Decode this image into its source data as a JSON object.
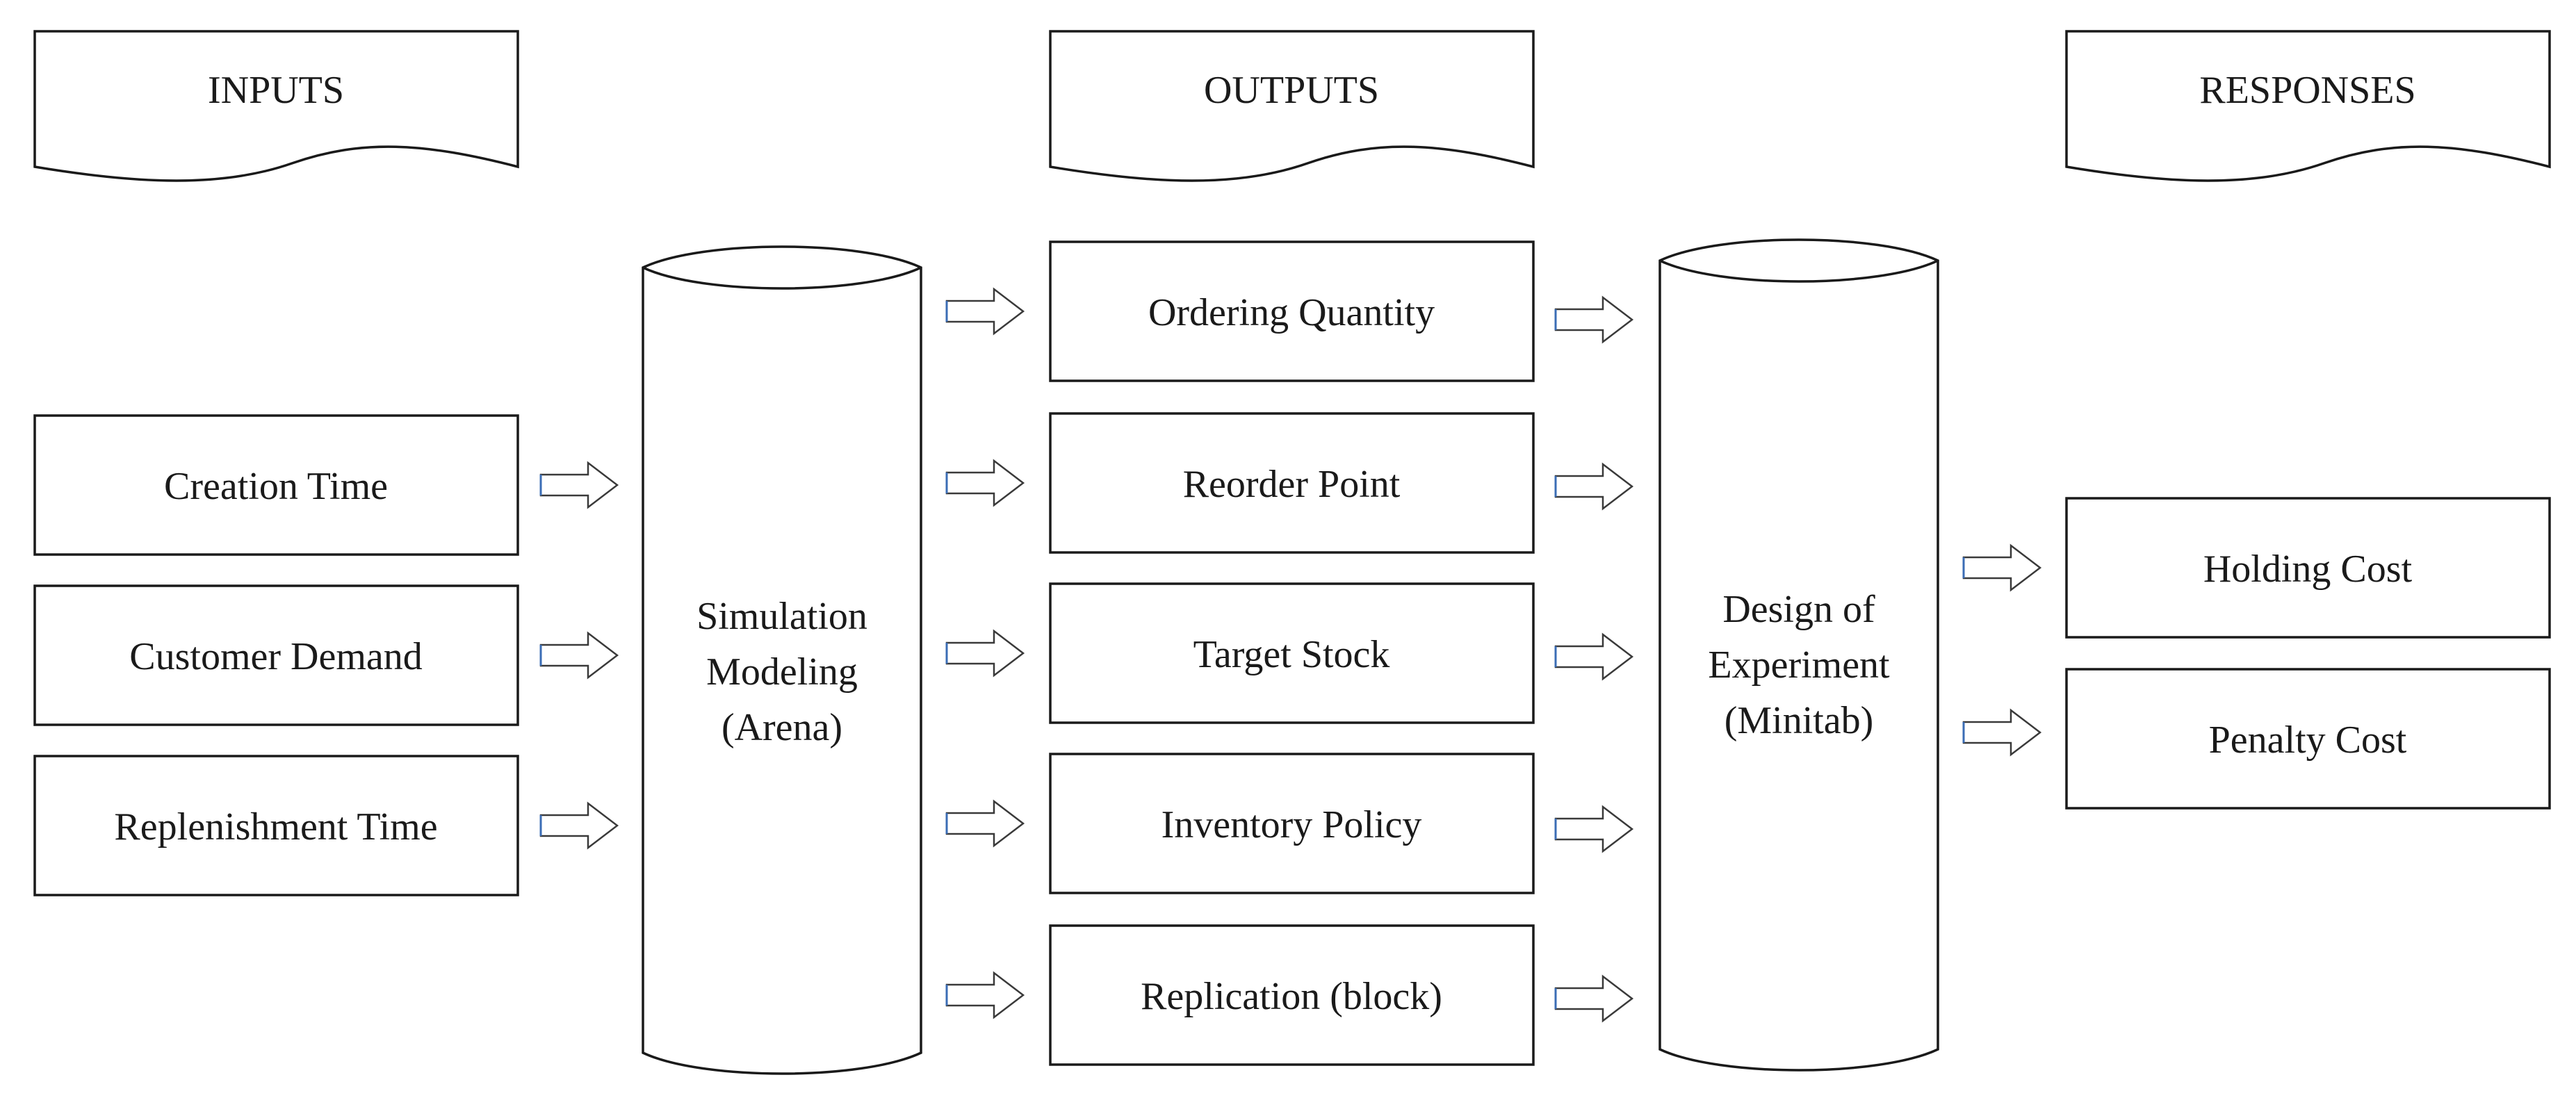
{
  "headers": {
    "inputs": "INPUTS",
    "outputs": "OUTPUTS",
    "responses": "RESPONSES"
  },
  "inputs": [
    "Creation Time",
    "Customer Demand",
    "Replenishment Time"
  ],
  "simulation": {
    "lines": [
      "Simulation",
      "Modeling",
      "(Arena)"
    ]
  },
  "outputs": [
    "Ordering Quantity",
    "Reorder Point",
    "Target Stock",
    "Inventory Policy",
    "Replication (block)"
  ],
  "doe": {
    "lines": [
      "Design of",
      "Experiment",
      "(Minitab)"
    ]
  },
  "responses": [
    "Holding Cost",
    "Penalty Cost"
  ]
}
